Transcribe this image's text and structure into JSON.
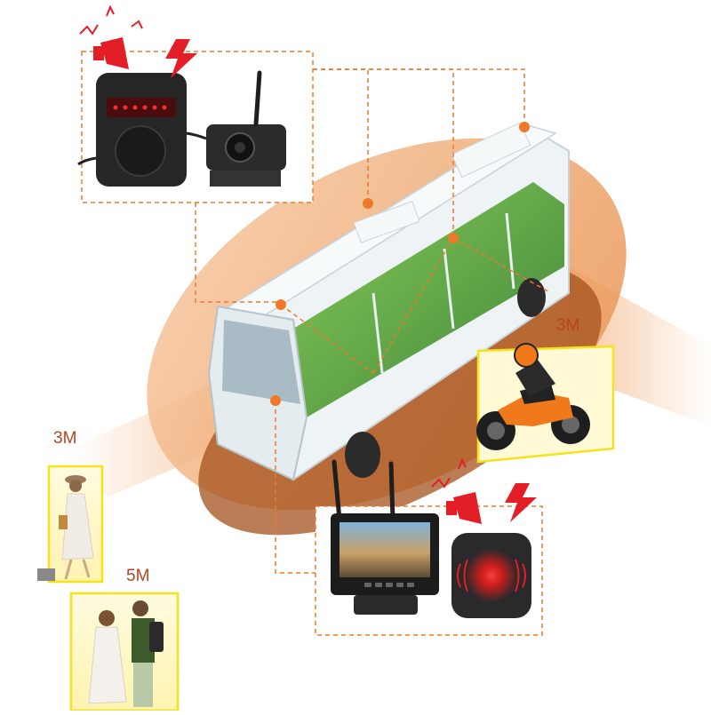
{
  "distance_labels": {
    "right": "3M",
    "left_near": "3M",
    "left_far": "5M"
  },
  "colors": {
    "zone_orange": "#f08a3c",
    "zone_dark": "#a4511c",
    "dashed_line": "#f0782a",
    "detection_box": "#f5e21a",
    "alarm_red": "#e41e26",
    "label": "#b4451f"
  },
  "icons": [
    "alarm-speaker-icon",
    "lightning-bolt-icon",
    "sound-wave-icon",
    "antenna-icon"
  ]
}
